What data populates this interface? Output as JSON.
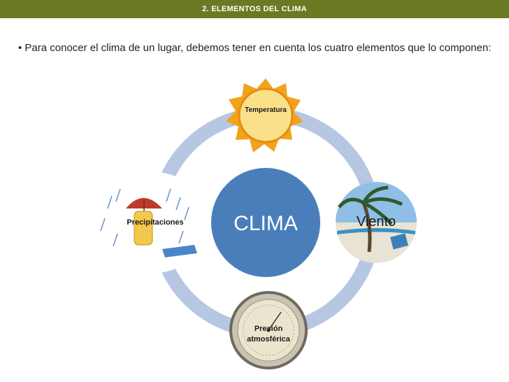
{
  "header": {
    "title": "2. ELEMENTOS DEL CLIMA"
  },
  "intro": {
    "text": "• Para conocer el clima de un lugar, debemos tener en cuenta los cuatro elementos que lo componen:"
  },
  "diagram": {
    "center": "CLIMA",
    "nodes": {
      "top": "Temperatura",
      "right": "Viento",
      "bottom_line1": "Presión",
      "bottom_line2": "atmosférica",
      "left": "Precipitaciones"
    }
  },
  "colors": {
    "header_bar": "#6a7a22",
    "center_circle": "#4a7ebb",
    "ring": "#b7c7e3",
    "sun": "#f2a31b"
  }
}
